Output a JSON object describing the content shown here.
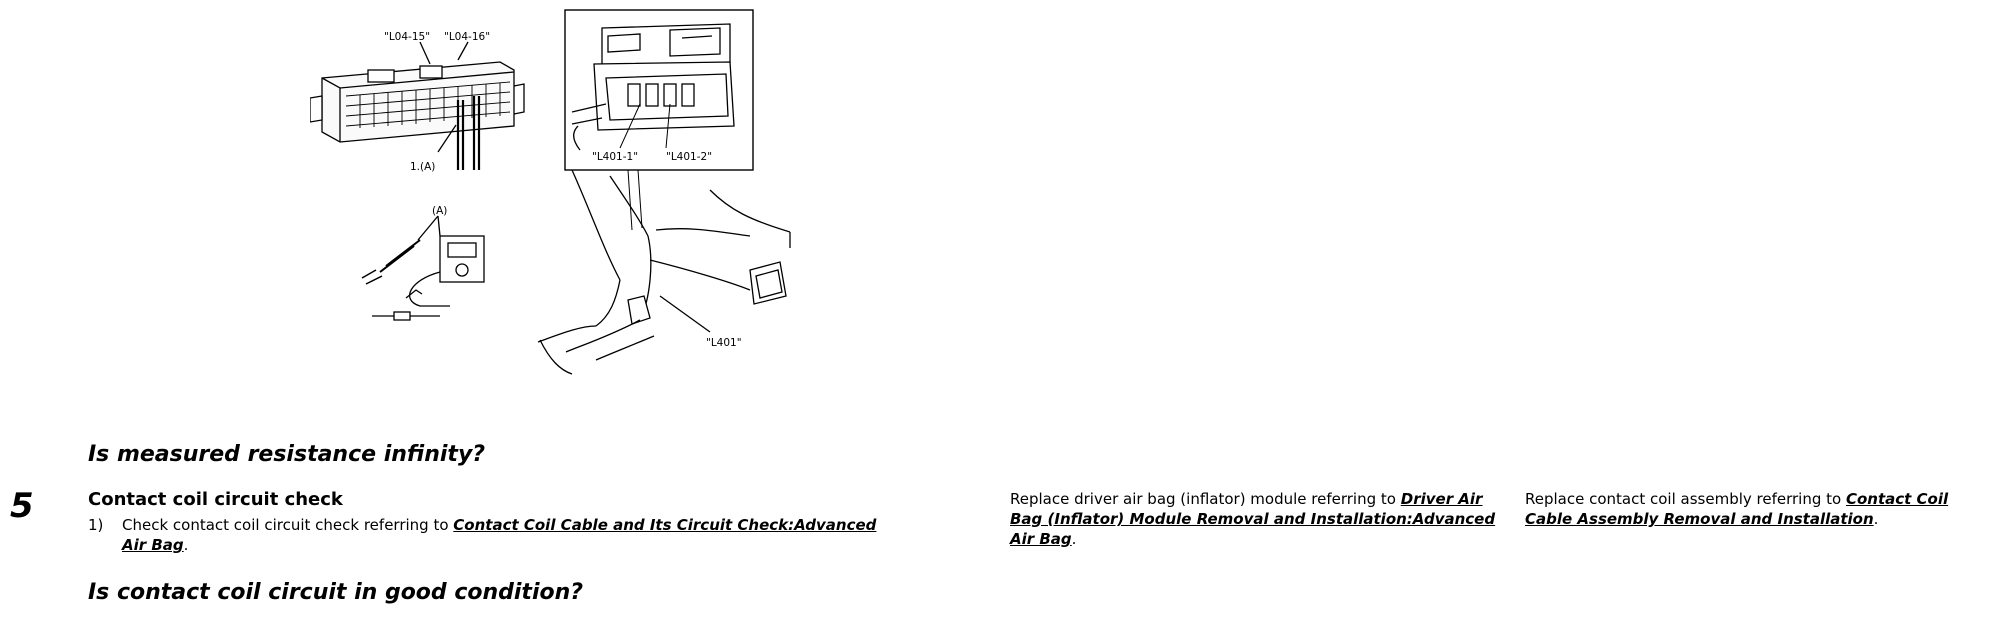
{
  "figure": {
    "callouts": {
      "pin_l04_15": "\"L04-15\"",
      "pin_l04_16": "\"L04-16\"",
      "probe_1a": "1.(A)",
      "probe_a": "(A)",
      "pin_l401_1": "\"L401-1\"",
      "pin_l401_2": "\"L401-2\"",
      "connector_l401": "\"L401\""
    }
  },
  "prev_step": {
    "question": "Is measured resistance infinity?"
  },
  "step5": {
    "number": "5",
    "title": "Contact coil circuit check",
    "item_index": "1)",
    "item_text": "Check contact coil circuit check referring to",
    "item_link": "Contact Coil Cable and Its Circuit Check:Advanced Air Bag",
    "item_end": ".",
    "question": "Is contact coil circuit in good condition?",
    "yes": {
      "text": "Replace driver air bag (inflator) module referring to",
      "link": "Driver Air Bag (Inflator) Module Removal and Installation:Advanced Air Bag",
      "end": "."
    },
    "no": {
      "text": "Replace contact coil assembly referring to",
      "link": "Contact Coil Cable Assembly Removal and Installation",
      "end": "."
    }
  }
}
